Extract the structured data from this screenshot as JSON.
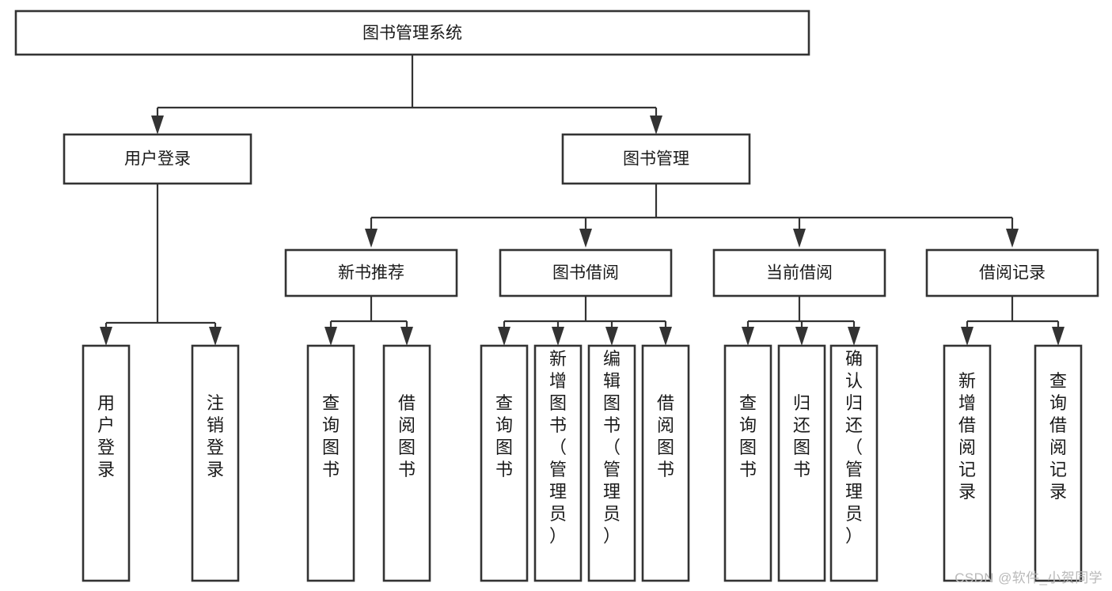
{
  "diagram": {
    "type": "tree-hierarchy",
    "title": "图书管理系统",
    "watermark": "CSDN @软件_小贺同学",
    "colors": {
      "stroke": "#333333",
      "fill": "#ffffff",
      "text": "#1a1a1a",
      "watermark": "#b9b9b9",
      "background": "#ffffff"
    },
    "levels": {
      "level1": {
        "label": "图书管理系统"
      },
      "level2": [
        {
          "label": "用户登录"
        },
        {
          "label": "图书管理"
        }
      ],
      "level3": [
        {
          "label": "新书推荐"
        },
        {
          "label": "图书借阅"
        },
        {
          "label": "当前借阅"
        },
        {
          "label": "借阅记录"
        }
      ],
      "level4": [
        {
          "label": "用户登录",
          "parent": "用户登录"
        },
        {
          "label": "注销登录",
          "parent": "用户登录"
        },
        {
          "label": "查询图书",
          "parent": "新书推荐"
        },
        {
          "label": "借阅图书",
          "parent": "新书推荐"
        },
        {
          "label": "查询图书",
          "parent": "图书借阅"
        },
        {
          "label": "新增图书（管理员）",
          "parent": "图书借阅"
        },
        {
          "label": "编辑图书（管理员）",
          "parent": "图书借阅"
        },
        {
          "label": "借阅图书",
          "parent": "图书借阅"
        },
        {
          "label": "查询图书",
          "parent": "当前借阅"
        },
        {
          "label": "归还图书",
          "parent": "当前借阅"
        },
        {
          "label": "确认归还（管理员）",
          "parent": "当前借阅"
        },
        {
          "label": "新增借阅记录",
          "parent": "借阅记录"
        },
        {
          "label": "查询借阅记录",
          "parent": "借阅记录"
        }
      ]
    }
  }
}
